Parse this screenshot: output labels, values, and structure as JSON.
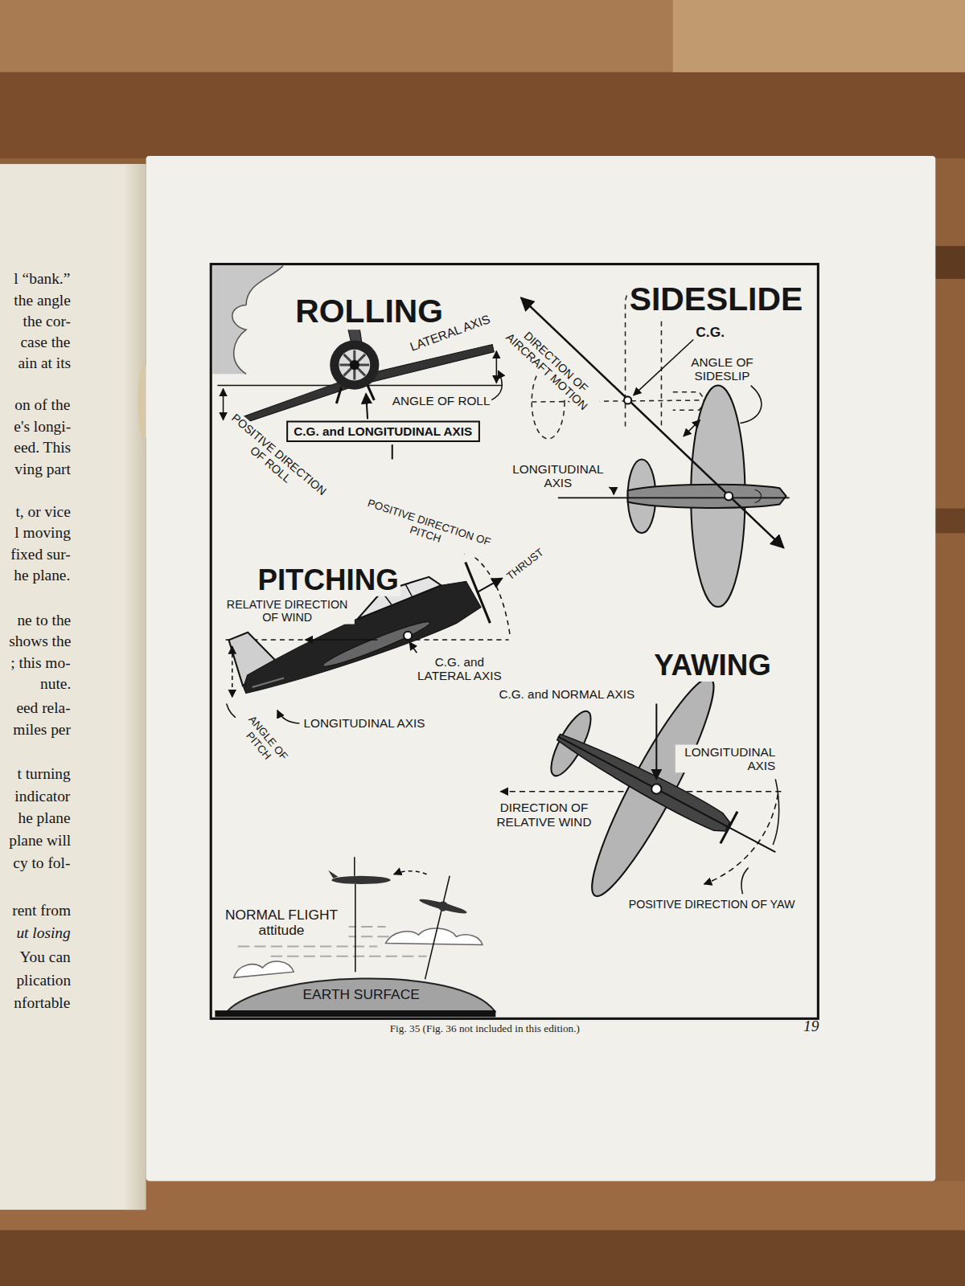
{
  "diagram": {
    "caption": "Fig. 35 (Fig. 36 not included in this edition.)",
    "nodes": [
      {
        "text": [
          "C.G. and LONGITUDINAL AXIS"
        ]
      }
    ],
    "labels": [
      "l “bank.”",
      "the angle",
      "the cor-",
      "case the",
      "ain at its",
      "on of the",
      "e's longi-",
      "eed. This",
      "ving part",
      "t, or vice",
      "l moving",
      "fixed sur-",
      "he plane.",
      "ne to the",
      "shows the",
      "; this mo-",
      "nute.",
      "eed rela-",
      "miles per",
      "t turning",
      "indicator",
      "he plane",
      "plane will",
      "cy to fol-",
      "rent from",
      "ut losing",
      "You can",
      "plication",
      "nfortable",
      "ROLLING",
      "LATERAL AXIS",
      "ANGLE OF ROLL",
      "POSITIVE DIRECTION OF ROLL",
      "SIDESLIDE",
      "DIRECTION OF AIRCRAFT MOTION",
      "C.G.",
      "ANGLE OF SIDESLIP",
      "LONGITUDINAL AXIS",
      "PITCHING",
      "POSITIVE DIRECTION OF PITCH",
      "THRUST",
      "RELATIVE DIRECTION OF WIND",
      "C.G. and LATERAL AXIS",
      "LONGITUDINAL AXIS",
      "ANGLE OF PITCH",
      "YAWING",
      "C.G. and NORMAL AXIS",
      "LONGITUDINAL AXIS",
      "DIRECTION OF RELATIVE WIND",
      "POSITIVE DIRECTION OF YAW",
      "NORMAL FLIGHT attitude",
      "EARTH SURFACE",
      "19"
    ]
  }
}
